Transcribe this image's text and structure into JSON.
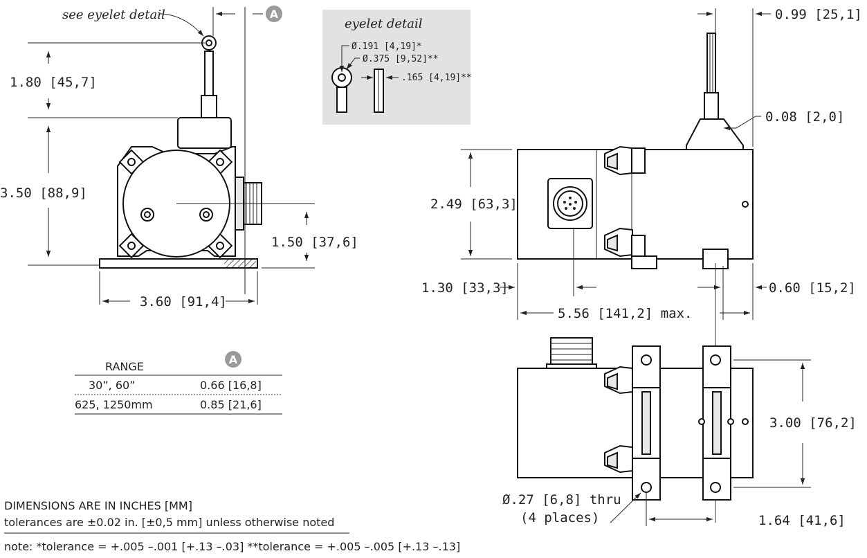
{
  "badge_letter": "A",
  "front_view": {
    "eyelet_callout": "see eyelet detail",
    "dim_cable_height": "1.80 [45,7]",
    "dim_body_height": "3.50 [88,9]",
    "dim_connector_height": "1.50 [37,6]",
    "dim_base_width": "3.60 [91,4]"
  },
  "eyelet_detail": {
    "title": "eyelet detail",
    "hole_diameter": "Ø.191 [4,19]*",
    "outer_diameter": "Ø.375 [9,52]**",
    "thickness": ".165 [4,19]**"
  },
  "side_view": {
    "dim_cable_offset": "0.99 [25,1]",
    "dim_cable_clearance": "0.08 [2,0]",
    "dim_body_height": "2.49 [63,3]",
    "dim_connector_offset": "1.30 [33,3]",
    "dim_rear_offset": "0.60 [15,2]",
    "dim_overall_length": "5.56 [141,2] max."
  },
  "bottom_view": {
    "dim_hole_spacing_y": "3.00 [76,2]",
    "dim_hole_spacing_x": "1.64 [41,6]",
    "hole_callout_line1": "Ø.27 [6,8] thru",
    "hole_callout_line2": "(4 places)"
  },
  "range_table": {
    "header_range": "RANGE",
    "header_a": "A",
    "rows": [
      {
        "range": "30”, 60”",
        "a": "0.66 [16,8]"
      },
      {
        "range": "625, 1250mm",
        "a": "0.85 [21,6]"
      }
    ]
  },
  "notes": {
    "units": "DIMENSIONS ARE IN INCHES [MM]",
    "tolerances": "tolerances are ±0.02 in. [±0,5 mm] unless otherwise noted",
    "special": "note: *tolerance = +.005 –.001 [+.13 –.03]  **tolerance = +.005 –.005 [+.13 –.13]"
  }
}
